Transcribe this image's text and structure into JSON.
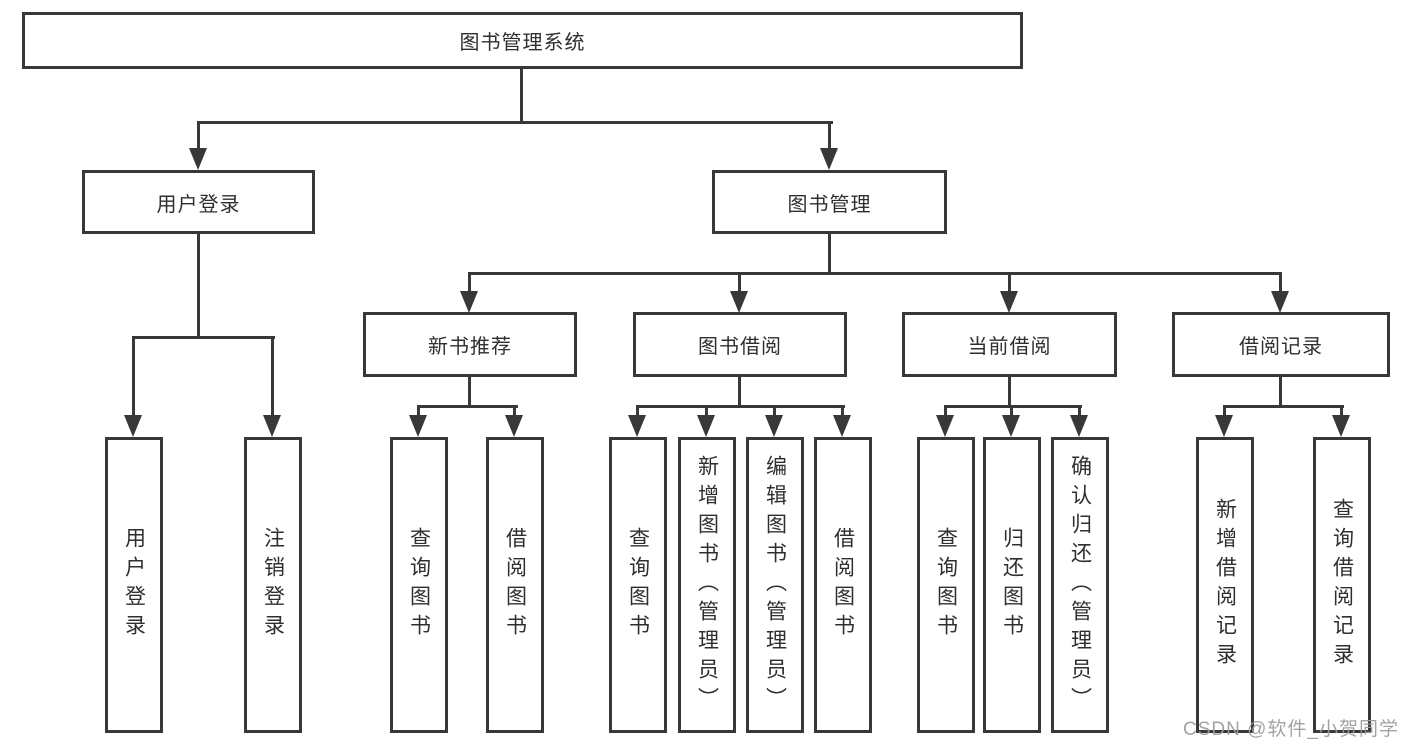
{
  "diagram": {
    "watermark": "CSDN @软件_小贺同学",
    "colors": {
      "line": "#383838",
      "text": "#2f2f2f",
      "watermark_color": "#9e9a9a",
      "background": "#ffffff"
    }
  },
  "tree": {
    "root": {
      "label": "图书管理系统"
    },
    "level2": [
      {
        "id": "user_login",
        "label": "用户登录"
      },
      {
        "id": "book_management",
        "label": "图书管理"
      }
    ],
    "level3": [
      {
        "id": "new_book_recommend",
        "label": "新书推荐"
      },
      {
        "id": "book_borrowing",
        "label": "图书借阅"
      },
      {
        "id": "current_borrowing",
        "label": "当前借阅"
      },
      {
        "id": "borrowing_records",
        "label": "借阅记录"
      }
    ],
    "leaves": {
      "user_login": [
        {
          "label": "用户登录"
        },
        {
          "label": "注销登录"
        }
      ],
      "new_book_recommend": [
        {
          "label": "查询图书"
        },
        {
          "label": "借阅图书"
        }
      ],
      "book_borrowing": [
        {
          "label": "查询图书"
        },
        {
          "label": "新增图书（管理员）"
        },
        {
          "label": "编辑图书（管理员）"
        },
        {
          "label": "借阅图书"
        }
      ],
      "current_borrowing": [
        {
          "label": "查询图书"
        },
        {
          "label": "归还图书"
        },
        {
          "label": "确认归还（管理员）"
        }
      ],
      "borrowing_records": [
        {
          "label": "新增借阅记录"
        },
        {
          "label": "查询借阅记录"
        }
      ]
    }
  }
}
